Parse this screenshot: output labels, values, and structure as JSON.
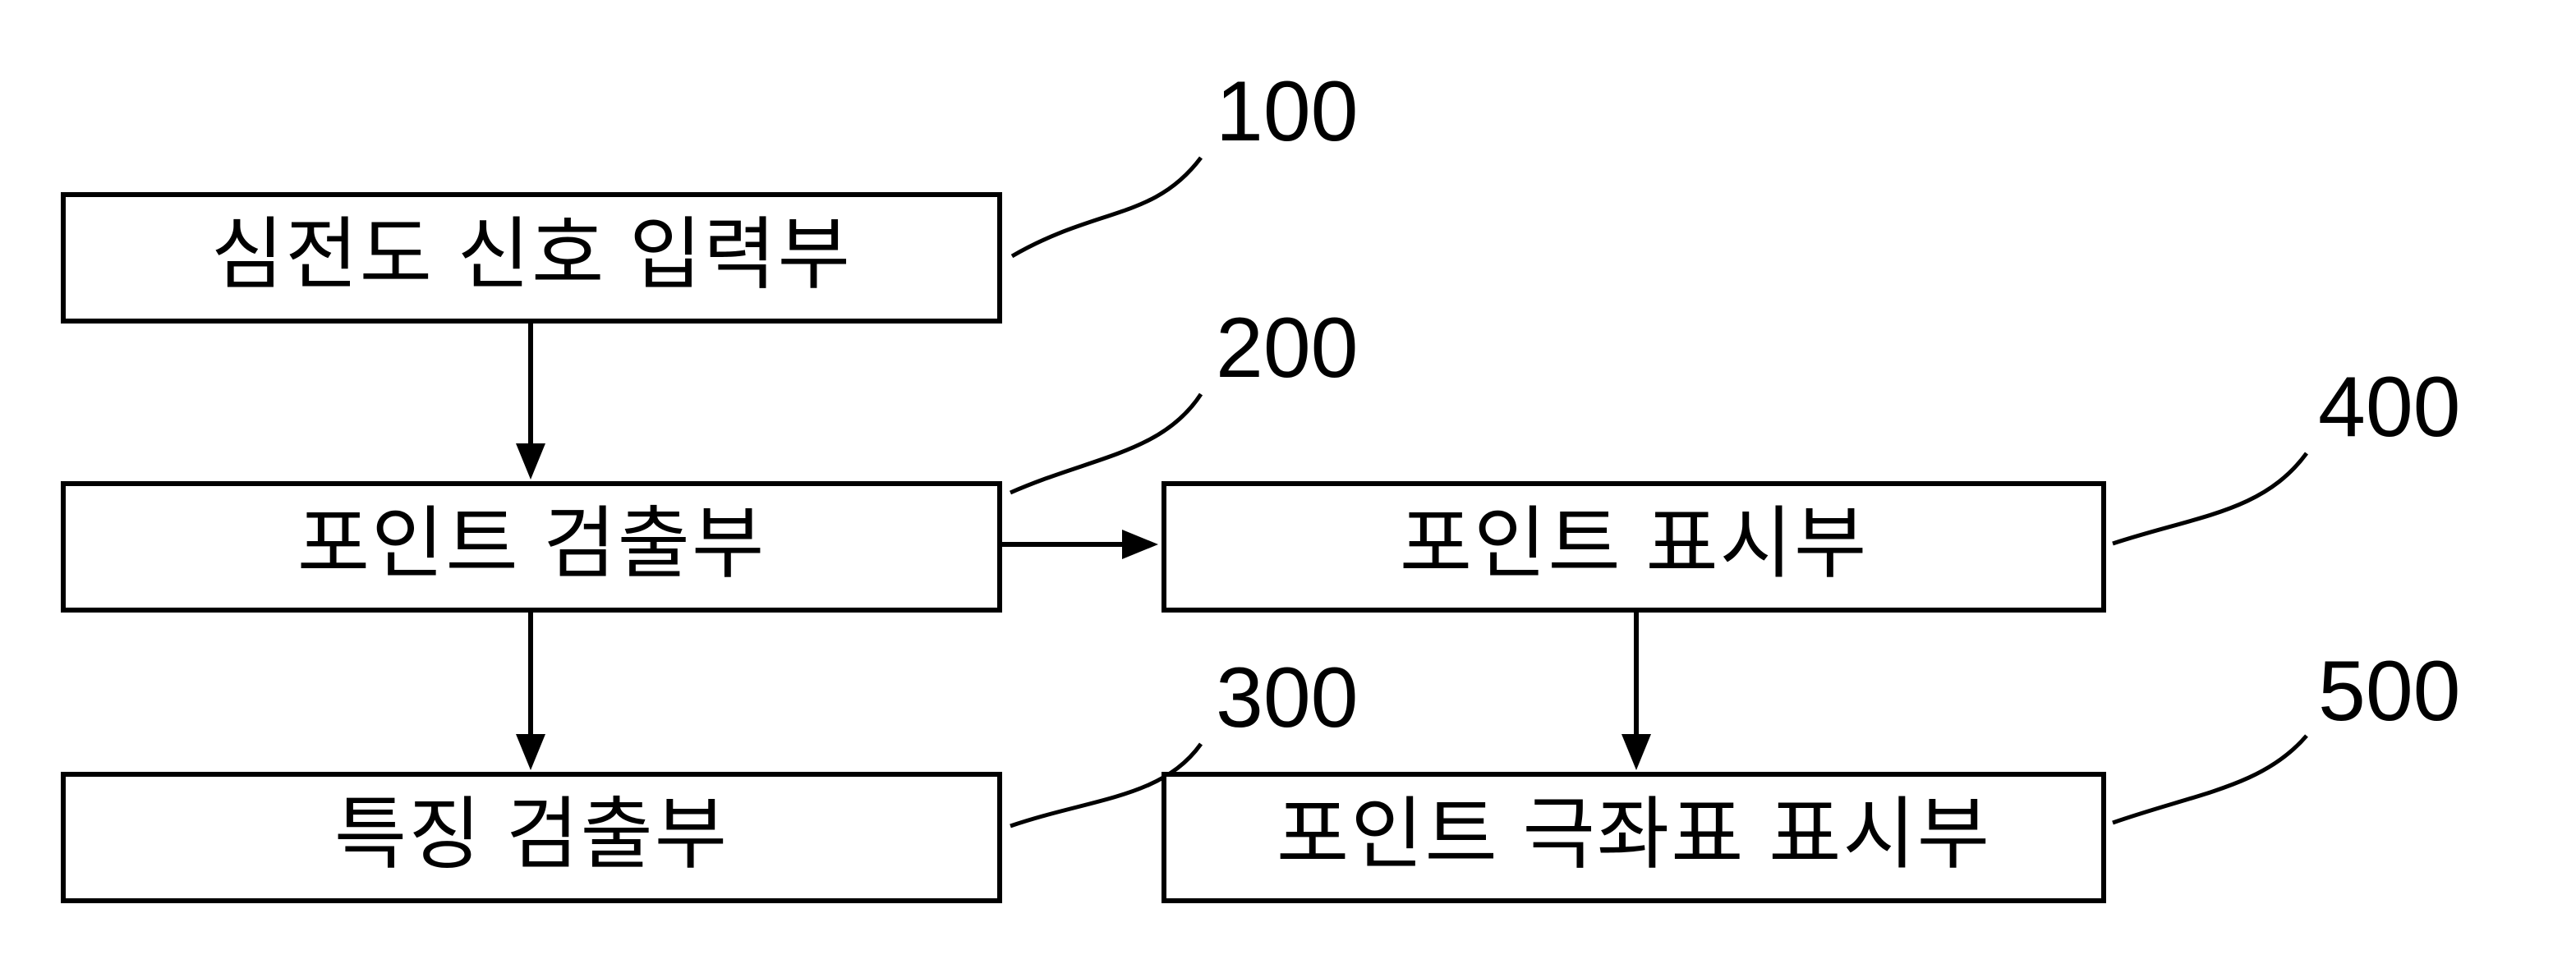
{
  "diagram": {
    "type": "block-diagram",
    "background_color": "#ffffff",
    "line_color": "#000000",
    "blocks": [
      {
        "id": "ecg-input",
        "label": "심전도 신호 입력부",
        "ref": "100"
      },
      {
        "id": "point-detector",
        "label": "포인트 검출부",
        "ref": "200"
      },
      {
        "id": "feature-detector",
        "label": "특징 검출부",
        "ref": "300"
      },
      {
        "id": "point-display",
        "label": "포인트 표시부",
        "ref": "400"
      },
      {
        "id": "point-polar-display",
        "label": "포인트 극좌표 표시부",
        "ref": "500"
      }
    ],
    "connections": [
      {
        "from": "ecg-input",
        "to": "point-detector",
        "type": "arrow-down"
      },
      {
        "from": "point-detector",
        "to": "feature-detector",
        "type": "arrow-down"
      },
      {
        "from": "point-detector",
        "to": "point-display",
        "type": "arrow-right"
      },
      {
        "from": "point-display",
        "to": "point-polar-display",
        "type": "arrow-down"
      }
    ]
  }
}
